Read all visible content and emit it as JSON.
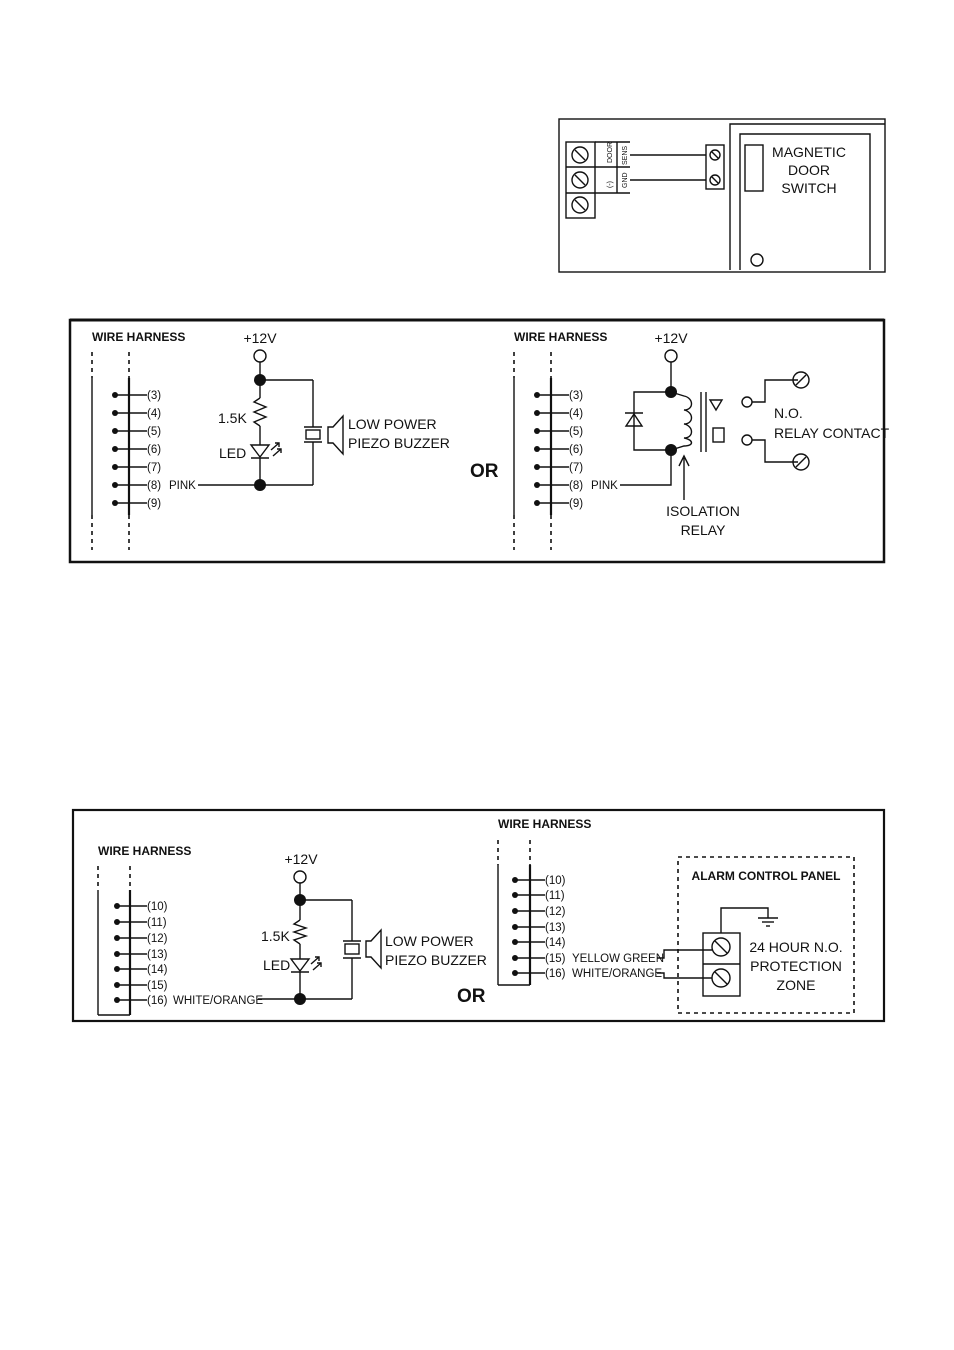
{
  "door_switch": {
    "terminal_labels": [
      "DOOR",
      "SENS",
      "(-)",
      "GND"
    ],
    "switch_label": [
      "MAGNETIC",
      "DOOR",
      "SWITCH"
    ]
  },
  "diagram1": {
    "left": {
      "harness_title": "WIRE HARNESS",
      "pins": [
        "(3)",
        "(4)",
        "(5)",
        "(6)",
        "(7)",
        "(8)",
        "(9)"
      ],
      "pink_label": "PINK",
      "voltage": "+12V",
      "resistor": "1.5K",
      "led": "LED",
      "buzzer": [
        "LOW POWER",
        "PIEZO BUZZER"
      ]
    },
    "or_label": "OR",
    "right": {
      "harness_title": "WIRE HARNESS",
      "pins": [
        "(3)",
        "(4)",
        "(5)",
        "(6)",
        "(7)",
        "(8)",
        "(9)"
      ],
      "pink_label": "PINK",
      "voltage": "+12V",
      "contact": [
        "N.O.",
        "RELAY CONTACT"
      ],
      "relay": [
        "ISOLATION",
        "RELAY"
      ]
    }
  },
  "diagram2": {
    "left": {
      "harness_title": "WIRE HARNESS",
      "pins": [
        "(10)",
        "(11)",
        "(12)",
        "(13)",
        "(14)",
        "(15)",
        "(16)"
      ],
      "wire_label": "WHITE/ORANGE",
      "voltage": "+12V",
      "resistor": "1.5K",
      "led": "LED",
      "buzzer": [
        "LOW POWER",
        "PIEZO BUZZER"
      ]
    },
    "or_label": "OR",
    "right": {
      "harness_title": "WIRE HARNESS",
      "pins": [
        "(10)",
        "(11)",
        "(12)",
        "(13)",
        "(14)",
        "(15)",
        "(16)"
      ],
      "wire15": "YELLOW GREEN",
      "wire16": "WHITE/ORANGE",
      "panel_title": "ALARM CONTROL PANEL",
      "zone": [
        "24 HOUR N.O.",
        "PROTECTION",
        "ZONE"
      ]
    }
  }
}
